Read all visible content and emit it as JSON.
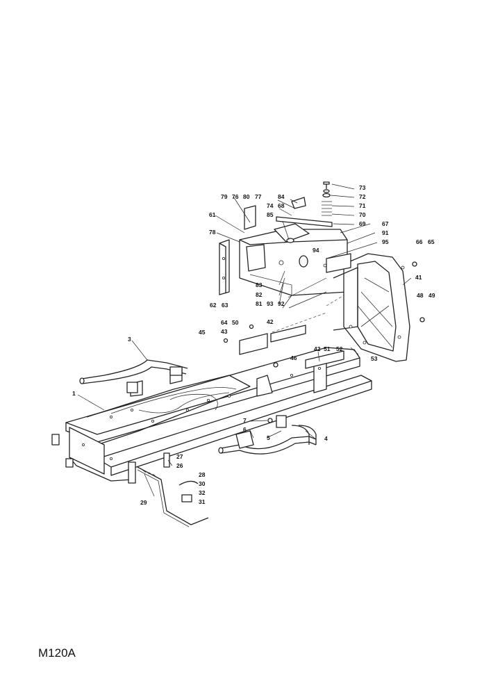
{
  "diagram_code": "M120A",
  "callouts": {
    "c1": "1",
    "c3": "3",
    "c4": "4",
    "c5": "5",
    "c6": "6",
    "c7": "7",
    "c26": "26",
    "c27": "27",
    "c28": "28",
    "c29": "29",
    "c30": "30",
    "c31": "31",
    "c32": "32",
    "c41": "41",
    "c42a": "42",
    "c42b": "42",
    "c43": "43",
    "c45": "45",
    "c46": "46",
    "c48": "48",
    "c49": "49",
    "c50": "50",
    "c51": "51",
    "c52": "52",
    "c53": "53",
    "c61": "61",
    "c62": "62",
    "c63": "63",
    "c64": "64",
    "c65": "65",
    "c66": "66",
    "c67": "67",
    "c68": "68",
    "c69": "69",
    "c70": "70",
    "c71": "71",
    "c72": "72",
    "c73": "73",
    "c74": "74",
    "c76": "76",
    "c77": "77",
    "c78": "78",
    "c79": "79",
    "c80": "80",
    "c81": "81",
    "c82": "82",
    "c83": "83",
    "c84": "84",
    "c85": "85",
    "c91": "91",
    "c92": "92",
    "c93": "93",
    "c94": "94",
    "c95": "95"
  }
}
